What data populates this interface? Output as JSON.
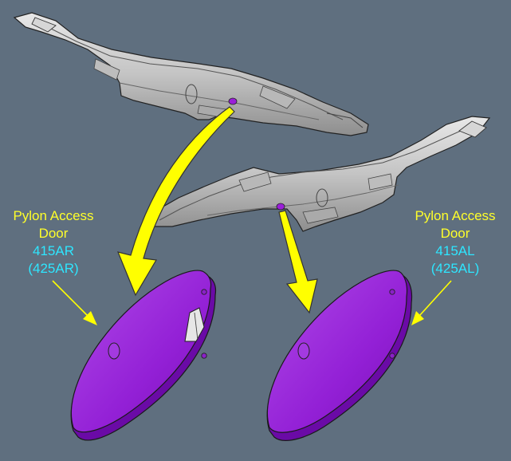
{
  "callout_right": {
    "line1": "Pylon Access",
    "line2": "Door",
    "code": "415AR",
    "alt_code": "(425AR)"
  },
  "callout_left": {
    "line1": "Pylon Access",
    "line2": "Door",
    "code": "415AL",
    "alt_code": "(425AL)"
  },
  "colors": {
    "background": "#5f6f7f",
    "label_text": "#ffff2a",
    "code_text": "#2ee6ff",
    "pointer_arrow": "#ffff00",
    "door_fill": "#9a1fd8",
    "pylon_fill": "#c9c9c9"
  }
}
